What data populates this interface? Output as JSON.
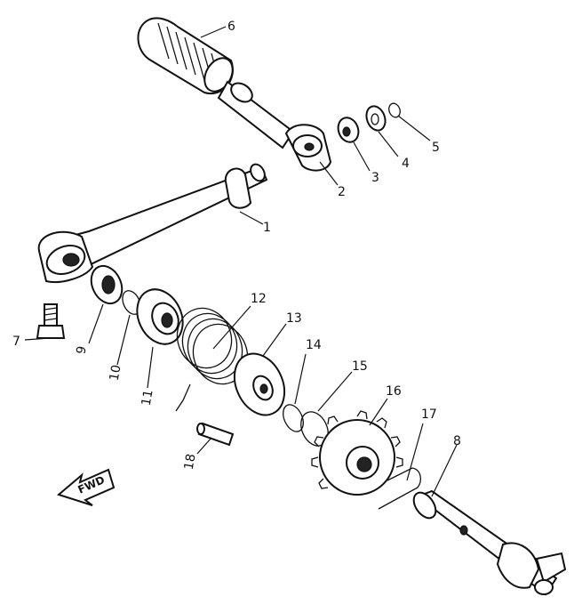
{
  "parts": [
    {
      "number": "1"
    },
    {
      "number": "2"
    },
    {
      "number": "3"
    },
    {
      "number": "4"
    },
    {
      "number": "5"
    },
    {
      "number": "6"
    },
    {
      "number": "7"
    },
    {
      "number": "8"
    },
    {
      "number": "9"
    },
    {
      "number": "10"
    },
    {
      "number": "11"
    },
    {
      "number": "12"
    },
    {
      "number": "13"
    },
    {
      "number": "14"
    },
    {
      "number": "15"
    },
    {
      "number": "16"
    },
    {
      "number": "17"
    },
    {
      "number": "18"
    }
  ],
  "fwd_arrow": {
    "label": "FWD"
  }
}
